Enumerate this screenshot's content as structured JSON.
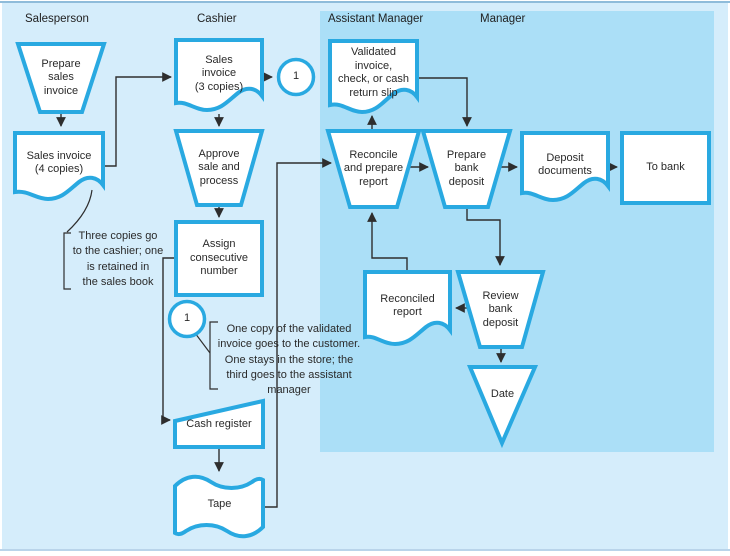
{
  "lanes": {
    "salesperson": "Salesperson",
    "cashier": "Cashier",
    "assistant_manager": "Assistant Manager",
    "manager": "Manager"
  },
  "nodes": {
    "prepare_sales_invoice": {
      "label": "Prepare\nsales\ninvoice",
      "shape": "manual-operation"
    },
    "sales_invoice_4": {
      "label": "Sales invoice\n(4 copies)",
      "shape": "document"
    },
    "sales_invoice_3": {
      "label": "Sales\ninvoice\n(3 copies)",
      "shape": "document"
    },
    "connector_1_top": {
      "label": "1",
      "shape": "circle-connector"
    },
    "approve_sale": {
      "label": "Approve\nsale and\nprocess",
      "shape": "manual-operation"
    },
    "assign_number": {
      "label": "Assign\nconsecutive\nnumber",
      "shape": "process"
    },
    "connector_1_bottom": {
      "label": "1",
      "shape": "circle-connector"
    },
    "cash_register": {
      "label": "Cash register",
      "shape": "manual-input"
    },
    "tape": {
      "label": "Tape",
      "shape": "tape"
    },
    "validated_invoice": {
      "label": "Validated\ninvoice,\ncheck, or cash\nreturn slip",
      "shape": "document"
    },
    "reconcile_report": {
      "label": "Reconcile\nand prepare\nreport",
      "shape": "manual-operation"
    },
    "prepare_bank_deposit": {
      "label": "Prepare\nbank\ndeposit",
      "shape": "manual-operation"
    },
    "deposit_documents": {
      "label": "Deposit\ndocuments",
      "shape": "document"
    },
    "to_bank": {
      "label": "To bank",
      "shape": "process"
    },
    "reconciled_report": {
      "label": "Reconciled\nreport",
      "shape": "document"
    },
    "review_bank_deposit": {
      "label": "Review\nbank\ndeposit",
      "shape": "manual-operation"
    },
    "date_file": {
      "label": "Date",
      "shape": "offline-storage"
    }
  },
  "annotations": {
    "three_copies_note": "Three copies go\nto the cashier; one\nis retained in\nthe sales book",
    "one_copy_note": "One copy of the validated\ninvoice goes to the customer.\nOne stays in the store; the\nthird goes to the assistant\nmanager"
  },
  "colors": {
    "shape_border": "#29A9E1",
    "shape_fill": "#FFFFFF",
    "panel_fill": "#ABDFF7",
    "background_fill": "#D5EDFB",
    "connector_line": "#2E2E2E"
  }
}
